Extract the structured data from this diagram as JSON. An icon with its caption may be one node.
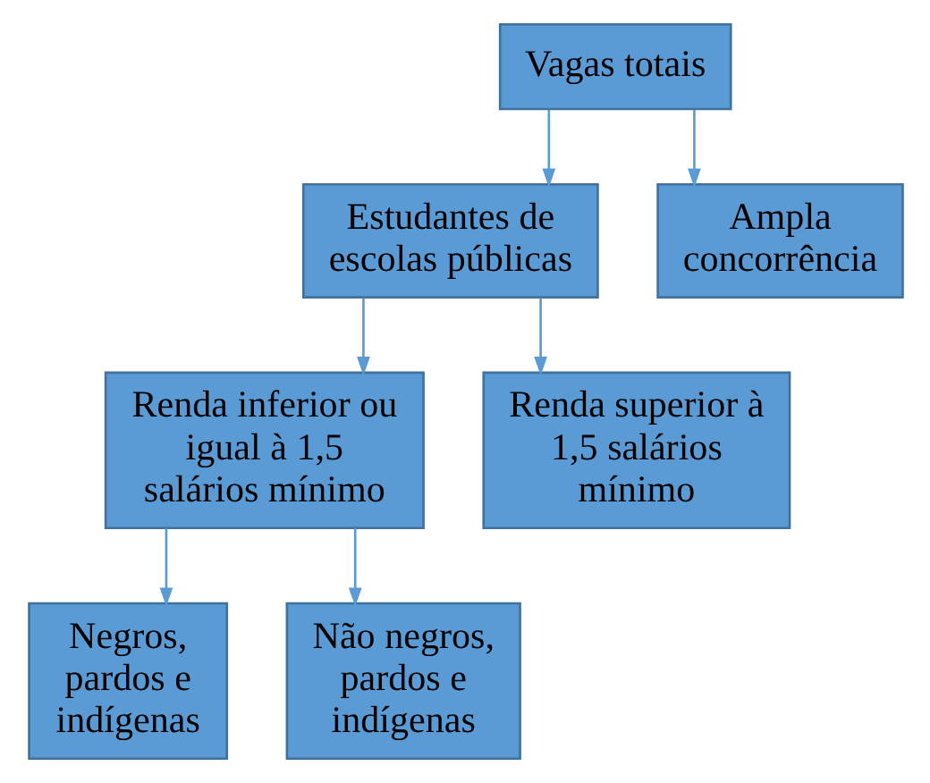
{
  "diagram": {
    "nodes": [
      {
        "text": [
          "Vagas totais"
        ]
      },
      {
        "text": [
          "Estudantes de escolas públicas"
        ]
      },
      {
        "text": [
          "Ampla concorrência"
        ]
      },
      {
        "text": [
          "Renda inferior ou igual à 1,5 salários mínimo"
        ]
      },
      {
        "text": [
          "Renda superior à 1,5 salários mínimo"
        ]
      },
      {
        "text": [
          "Negros, pardos e indígenas"
        ]
      },
      {
        "text": [
          "Não negros, pardos e indígenas"
        ]
      }
    ],
    "edges": [
      {
        "from": 0,
        "to": 1,
        "arrow": "to"
      },
      {
        "from": 0,
        "to": 2,
        "arrow": "to"
      },
      {
        "from": 1,
        "to": 3,
        "arrow": "to"
      },
      {
        "from": 1,
        "to": 4,
        "arrow": "to"
      },
      {
        "from": 3,
        "to": 5,
        "arrow": "to"
      },
      {
        "from": 3,
        "to": 6,
        "arrow": "to"
      }
    ]
  }
}
